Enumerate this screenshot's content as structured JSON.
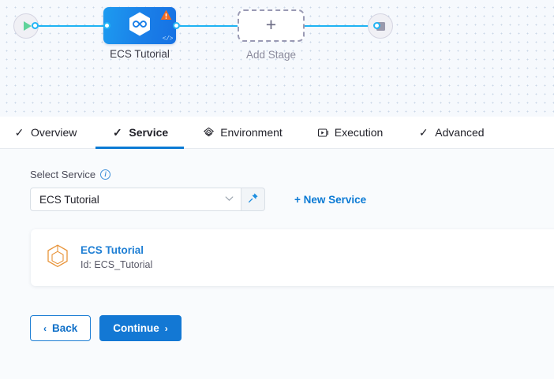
{
  "canvas": {
    "start_node": {
      "name": "start-node",
      "icon": "play-icon"
    },
    "end_node": {
      "name": "end-node",
      "icon": "stop-icon"
    },
    "stage": {
      "label": "ECS Tutorial",
      "icon": "service-hexagon-icon",
      "warning_icon": "warning-triangle-icon",
      "code_icon": "code-brackets-icon",
      "code_glyph": "</>",
      "color": "#1a7fe8"
    },
    "add_stage": {
      "label": "Add Stage",
      "plus_glyph": "+"
    },
    "edge_color": "#1fb3f3"
  },
  "tabs": [
    {
      "label": "Overview",
      "icon": "check-icon",
      "glyph": "✓",
      "active": false
    },
    {
      "label": "Service",
      "icon": "check-icon",
      "glyph": "✓",
      "active": true
    },
    {
      "label": "Environment",
      "icon": "layers-diamond-icon",
      "glyph": "",
      "active": false
    },
    {
      "label": "Execution",
      "icon": "play-box-icon",
      "glyph": "",
      "active": false
    },
    {
      "label": "Advanced",
      "icon": "check-icon",
      "glyph": "✓",
      "active": false
    }
  ],
  "active_tab_color": "#0b7ad4",
  "form": {
    "select_service_label": "Select Service",
    "info_glyph": "i",
    "service_select_value": "ECS Tutorial",
    "service_select_placeholder": "Select Service",
    "caret_glyph": "∨",
    "pin_icon": "pin-icon",
    "new_service_link": "+ New Service"
  },
  "service_card": {
    "icon": "service-cube-icon",
    "title": "ECS Tutorial",
    "subtitle": "Id: ECS_Tutorial",
    "title_color": "#1f7fd4",
    "icon_color": "#e8943a"
  },
  "footer": {
    "back_label": "Back",
    "back_chevron": "‹",
    "continue_label": "Continue",
    "continue_chevron": "›"
  }
}
